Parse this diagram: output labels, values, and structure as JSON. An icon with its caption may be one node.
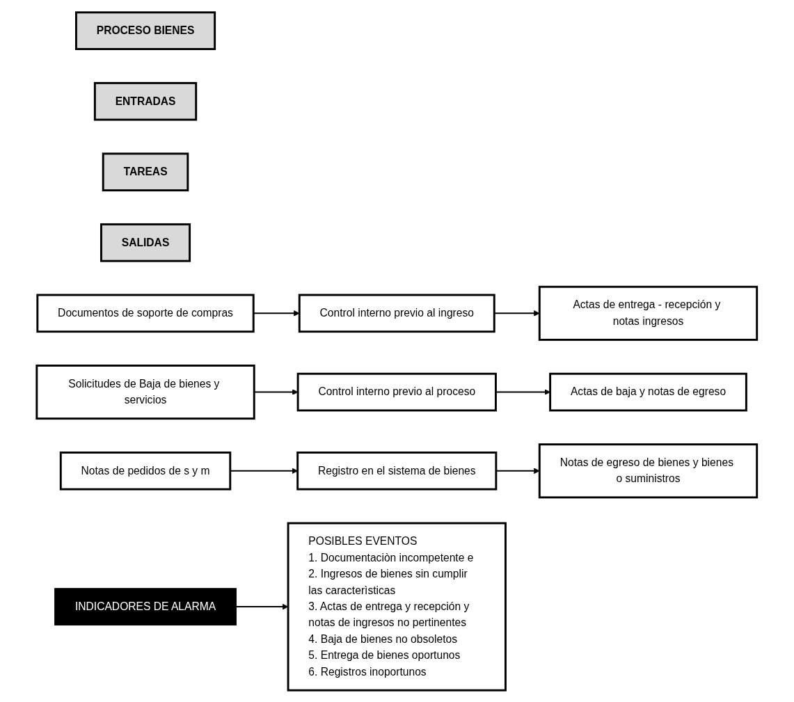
{
  "diagram": {
    "nodes": [
      {
        "text": [
          "PROCESO BIENES"
        ]
      },
      {
        "text": [
          "ENTRADAS"
        ]
      },
      {
        "text": [
          "TAREAS"
        ]
      },
      {
        "text": [
          "SALIDAS"
        ]
      },
      {
        "text": [
          "Documentos de soporte de compras"
        ]
      },
      {
        "text": [
          "Control interno previo al ingreso"
        ]
      },
      {
        "text": [
          "Actas de entrega - recepción y notas ingresos"
        ]
      },
      {
        "text": [
          "Solicitudes de Baja de bienes y servicios"
        ]
      },
      {
        "text": [
          "Control interno previo al proceso"
        ]
      },
      {
        "text": [
          "Actas de baja y notas de egreso"
        ]
      },
      {
        "text": [
          "Notas de pedidos de s y m"
        ]
      },
      {
        "text": [
          "Registro en el sistema de bienes"
        ]
      },
      {
        "text": [
          "Notas de egreso de bienes y bienes o suministros"
        ]
      },
      {
        "text": [
          "POSIBLES EVENTOS",
          "1. Documentaciòn incompetente e",
          "2. Ingresos de bienes sin cumplir las caracterìsticas",
          "3. Actas de entrega y recepción y notas de ingresos no pertinentes",
          "4. Baja de bienes no obsoletos",
          "5. Entrega de bienes oportunos",
          "6. Registros inoportunos"
        ]
      },
      {
        "text": [
          "INDICADORES DE ALARMA"
        ]
      }
    ],
    "edges": [
      {
        "from": 4,
        "to": 5,
        "arrow": "to"
      },
      {
        "from": 5,
        "to": 6,
        "arrow": "to"
      },
      {
        "from": 7,
        "to": 8,
        "arrow": "to"
      },
      {
        "from": 8,
        "to": 9,
        "arrow": "to"
      },
      {
        "from": 10,
        "to": 11,
        "arrow": "to"
      },
      {
        "from": 11,
        "to": 12,
        "arrow": "to"
      },
      {
        "from": 14,
        "to": 13,
        "arrow": "to"
      }
    ]
  }
}
